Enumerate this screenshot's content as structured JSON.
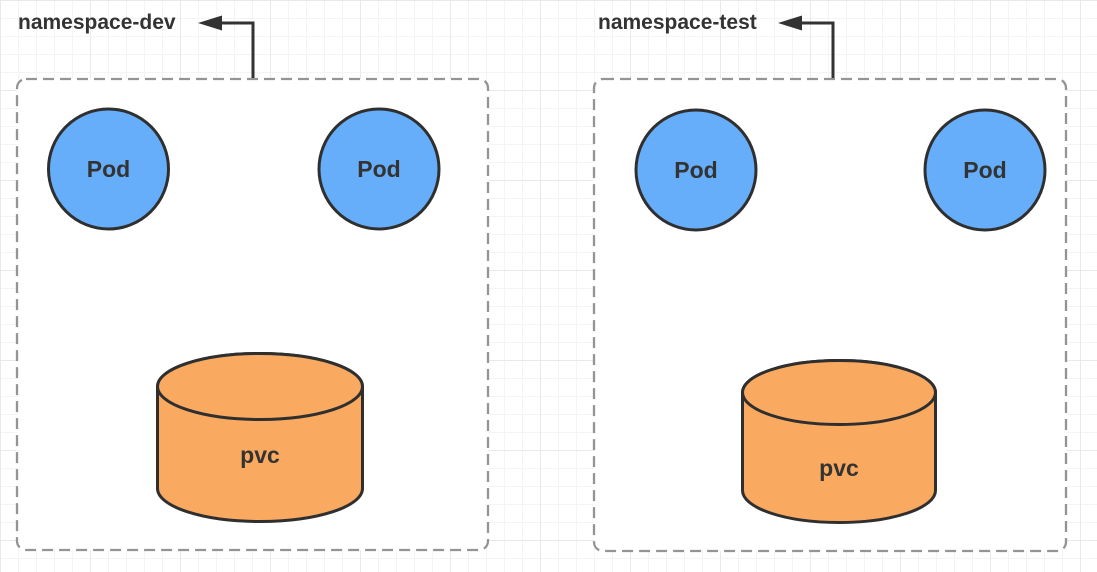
{
  "diagram": {
    "namespaces": [
      {
        "label": "namespace-dev",
        "pods": [
          {
            "label": "Pod"
          },
          {
            "label": "Pod"
          }
        ],
        "pvc": {
          "label": "pvc"
        }
      },
      {
        "label": "namespace-test",
        "pods": [
          {
            "label": "Pod"
          },
          {
            "label": "Pod"
          }
        ],
        "pvc": {
          "label": "pvc"
        }
      }
    ],
    "colors": {
      "canvas_bg": "#FFFFFF",
      "grid_minor": "#F4F4F4",
      "grid_major": "#E9E9E9",
      "box_fill": "#FFFFFF",
      "box_border": "#949494",
      "pod_fill": "#66AEF9",
      "pod_stroke": "#2F2F2F",
      "pvc_fill": "#F9AA60",
      "pvc_stroke": "#2F2F2F",
      "connector": "#333333",
      "label_text": "#333333"
    }
  }
}
